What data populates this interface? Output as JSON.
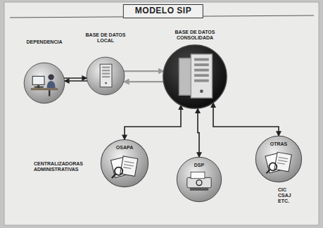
{
  "diagram": {
    "title": "MODELO SIP",
    "nodes": [
      {
        "text": [
          "DEPENDENCIA"
        ]
      },
      {
        "text": [
          "BASE DE DATOS LOCAL"
        ]
      },
      {
        "text": [
          "BASE DE DATOS CONSOLIDADA"
        ]
      },
      {
        "text": [
          "OSAPA"
        ]
      },
      {
        "text": [
          "DSP"
        ]
      },
      {
        "text": [
          "OTRAS",
          "CIC CSAJ ETC."
        ]
      }
    ],
    "edges": [
      {
        "from": 0,
        "to": 1,
        "arrow": "to"
      },
      {
        "from": 1,
        "to": 0,
        "arrow": "to"
      },
      {
        "from": 1,
        "to": 2,
        "arrow": "to"
      },
      {
        "from": 2,
        "to": 1,
        "arrow": "to"
      },
      {
        "from": 2,
        "to": 3,
        "arrow": "both"
      },
      {
        "from": 2,
        "to": 4,
        "arrow": "both"
      },
      {
        "from": 2,
        "to": 5,
        "arrow": "both"
      }
    ],
    "labels": [
      "CENTRALIZADORAS ADMINISTRATIVAS"
    ]
  }
}
